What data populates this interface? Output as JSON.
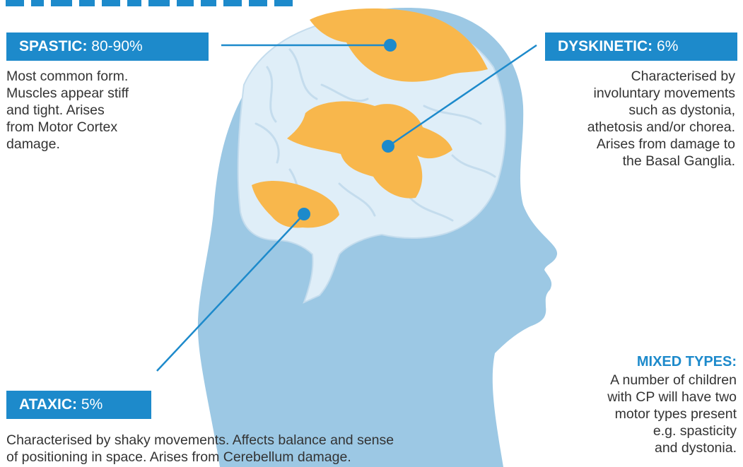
{
  "spastic": {
    "name": "SPASTIC:",
    "percent": "80-90%",
    "lines": [
      "Most common form.",
      "Muscles appear stiff",
      "and tight. Arises",
      "from Motor Cortex",
      "damage."
    ]
  },
  "dyskinetic": {
    "name": "DYSKINETIC:",
    "percent": "6%",
    "lines": [
      "Characterised by",
      "involuntary movements",
      "such as dystonia,",
      "athetosis and/or chorea.",
      "Arises from damage to",
      "the Basal Ganglia."
    ]
  },
  "ataxic": {
    "name": "ATAXIC:",
    "percent": "5%",
    "lines": [
      "Characterised by shaky movements. Affects balance and sense",
      "of positioning in space. Arises from Cerebellum damage."
    ]
  },
  "mixed": {
    "title": "MIXED TYPES:",
    "lines": [
      "A number of children",
      "with CP will have two",
      "motor types present",
      "e.g. spasticity",
      "and dystonia."
    ]
  },
  "colors": {
    "accent_blue": "#1d8acb",
    "head_blue": "#9cc8e4",
    "brain_light": "#dfeef8",
    "highlight_orange": "#f8b74c",
    "text_dark": "#333333"
  }
}
